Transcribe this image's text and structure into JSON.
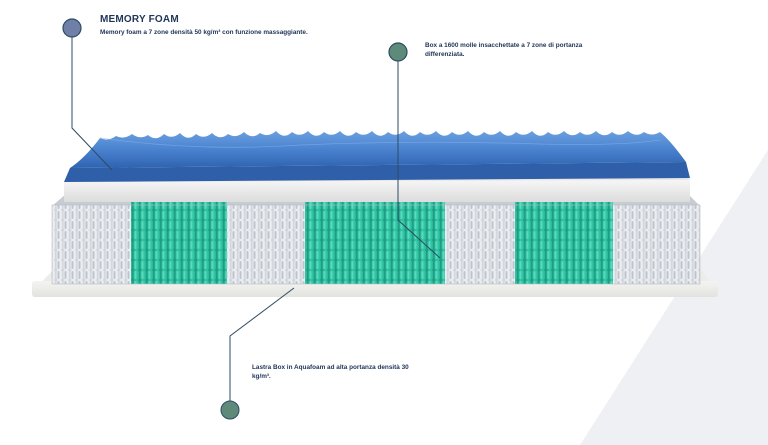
{
  "memory_foam": {
    "title": "MEMORY FOAM",
    "description": "Memory foam a 7 zone densità 50 kg/m³ con funzione massaggiante."
  },
  "springs": {
    "description": "Box a 1600 molle insacchettate a 7 zone di portanza differenziata."
  },
  "lastra": {
    "description": "Lastra Box in Aquafoam ad alta portanza densità 30 kg/m³."
  },
  "colors": {
    "foam_blue": "#4a82cf",
    "spring_teal": "#27b596",
    "spring_gray": "#c8ccd4",
    "line_navy": "#2d4b63",
    "marker_memory": "#6f7fa8",
    "marker_box": "#5e8a7a",
    "background_shape": "#eef0f4"
  }
}
